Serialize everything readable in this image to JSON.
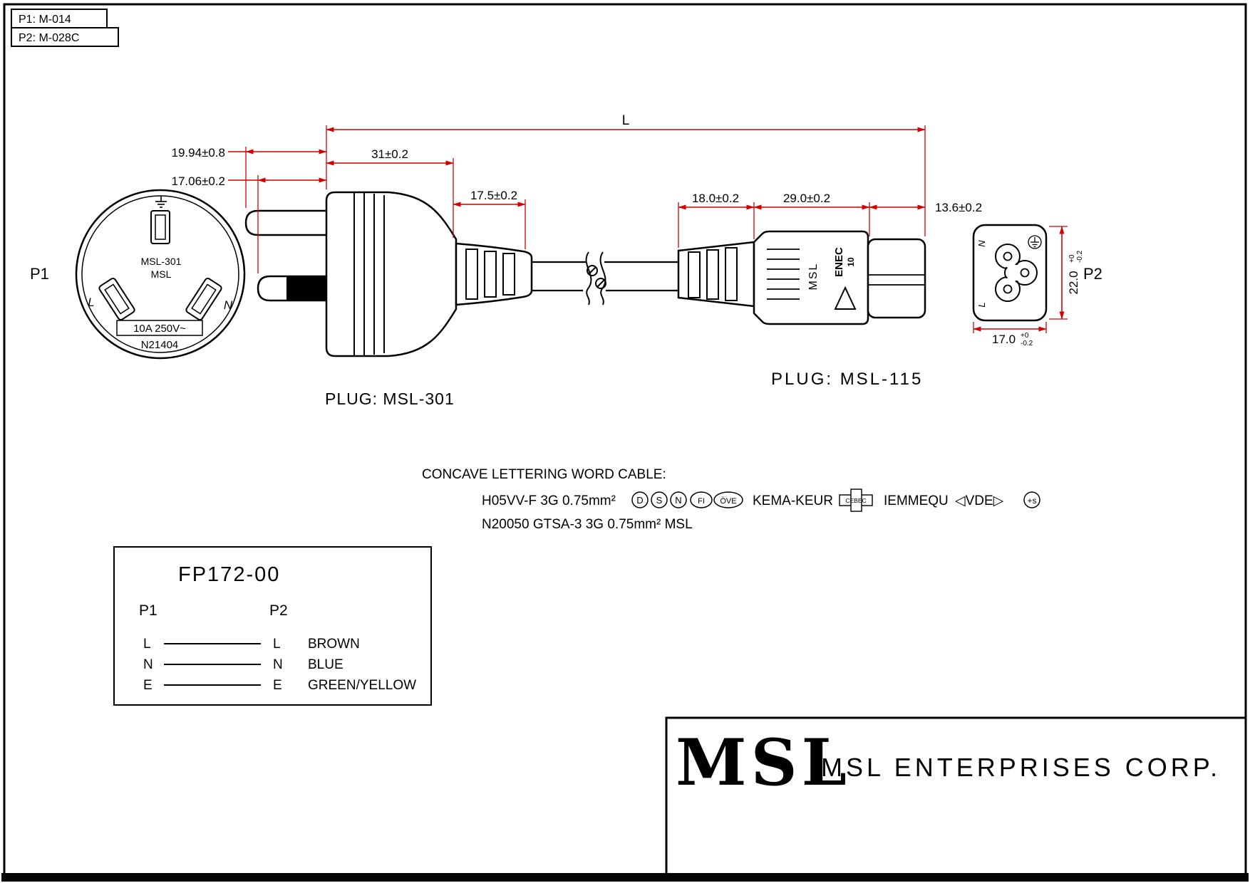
{
  "header": {
    "p1_ref": "P1: M-014",
    "p2_ref": "P2: M-028C"
  },
  "p1_face": {
    "label": "P1",
    "model": "MSL-301",
    "brand": "MSL",
    "line": "L",
    "neutral": "N",
    "rating": "10A 250V~",
    "approval": "N21404"
  },
  "plug1": {
    "caption": "PLUG: MSL-301"
  },
  "plug2": {
    "caption": "PLUG: MSL-115",
    "brand": "MSL",
    "mark": "ENEC",
    "mark_num": "10"
  },
  "p2_face": {
    "label": "P2",
    "neutral": "N",
    "line": "L"
  },
  "dims": {
    "overall": "L",
    "pin_earth": "19.94±0.8",
    "pin_power": "17.06±0.2",
    "head": "31±0.2",
    "neck": "17.5±0.2",
    "grip": "18.0±0.2",
    "body": "29.0±0.2",
    "front": "13.6±0.2",
    "p2_h": "22.0",
    "p2_h_tol_top": "+0",
    "p2_h_tol_bot": "-0.2",
    "p2_w": "17.0",
    "p2_w_tol_top": "+0",
    "p2_w_tol_bot": "-0.2"
  },
  "cable": {
    "title": "CONCAVE LETTERING WORD CABLE:",
    "spec": "H05VV-F 3G 0.75mm²",
    "mark_d": "D",
    "mark_s": "S",
    "mark_n": "N",
    "mark_fi": "FI",
    "mark_ove": "ÖVE",
    "kema": "KEMA-KEUR",
    "cebec": "CEBEC",
    "iemmequ": "IEMMEQU",
    "vde": "◁VDE▷",
    "s_mark": "+s",
    "line2": "N20050 GTSA-3 3G 0.75mm² MSL"
  },
  "wiring": {
    "part_no": "FP172-00",
    "col_p1": "P1",
    "col_p2": "P2",
    "rows": [
      {
        "p1": "L",
        "p2": "L",
        "color": "BROWN"
      },
      {
        "p1": "N",
        "p2": "N",
        "color": "BLUE"
      },
      {
        "p1": "E",
        "p2": "E",
        "color": "GREEN/YELLOW"
      }
    ]
  },
  "footer": {
    "logo": "MSL",
    "company": "MSL ENTERPRISES CORP."
  },
  "colors": {
    "dimension_red": "#d40000",
    "logo_blue": "#2323cc",
    "ink": "#000000"
  }
}
